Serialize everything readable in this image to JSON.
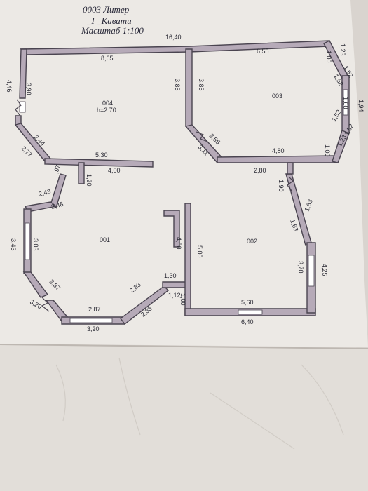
{
  "header": {
    "liter": "0003   Литер",
    "floor": "_I _Кавати",
    "scale": "Масштаб 1:100"
  },
  "rooms": {
    "r004": "004",
    "r004_height": "h=2.70",
    "r003": "003",
    "r001": "001",
    "r002": "002"
  },
  "dims": {
    "d16_40": "16,40",
    "d8_65": "8,65",
    "d6_55": "6,55",
    "d1_00a": "1,00",
    "d1_23a": "1,23",
    "d1_52a": "1,52",
    "d1_52b": "1,52",
    "d4_46": "4,46",
    "d3_90": "3,90",
    "d3_85a": "3,85",
    "d3_85b": "3,85",
    "d1_60": "1,60",
    "d1_94": "1,94",
    "d1_52c": "1,52",
    "d1_52d": "1,52",
    "d2_44": "2,44",
    "d2_77": "2,77",
    "d5_30": "5,30",
    "d2_55": "2,55",
    "d3_11": "3,11",
    "d4_80": "4,80",
    "d1_00b": "1,00",
    "d1_23b": "1,23",
    "d4_00a": "4,00",
    "d97": ",97",
    "d1_20": "1,20",
    "d2_80": "2,80",
    "d2_48a": "2,48",
    "d2_48b": "2,48",
    "d1_90": "1,90",
    "d1_63a": "1,63",
    "d1_63b": "1,63",
    "d3_43": "3,43",
    "d3_03": "3,03",
    "d4_00b": "4,00",
    "d5_00": "5,00",
    "d3_70": "3,70",
    "d4_25": "4,25",
    "d2_87a": "2,87",
    "d1_30": "1,30",
    "d1_12": "1,12",
    "d2_33a": "2,33",
    "d1_00c": "1,00",
    "d5_60": "5,60",
    "d3_20a": "3,20",
    "d2_87b": "2,87",
    "d2_33b": "2,33",
    "d3_20b": "3,20",
    "d6_40": "6,40"
  },
  "colors": {
    "wall_fill": "#b6aab8",
    "paper": "#ece9e5",
    "background": "#d9d4cf"
  }
}
